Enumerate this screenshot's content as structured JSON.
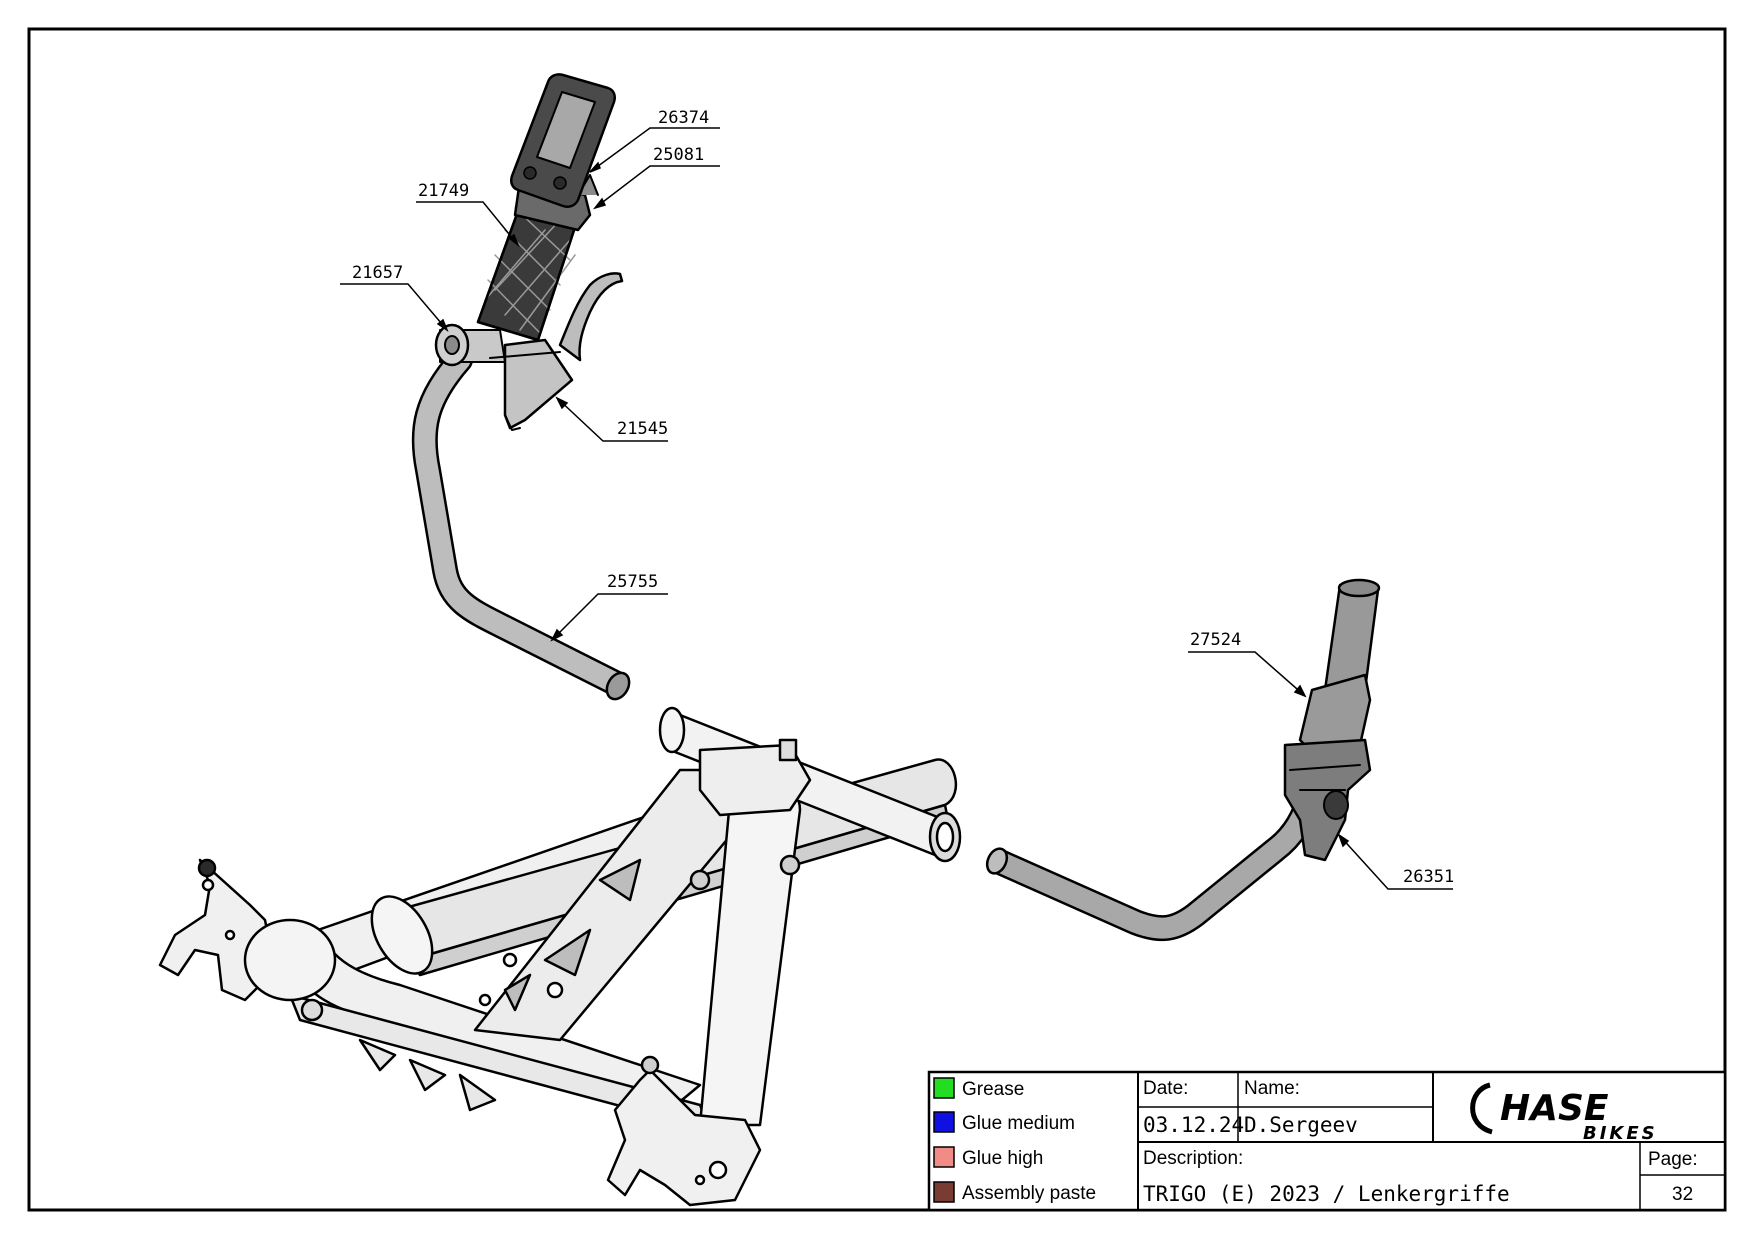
{
  "callouts": {
    "c26374": "26374",
    "c25081": "25081",
    "c21749": "21749",
    "c21657": "21657",
    "c21545": "21545",
    "c25755": "25755",
    "c27524": "27524",
    "c26351": "26351"
  },
  "legend": [
    {
      "label": "Grease",
      "color": "#22dd22"
    },
    {
      "label": "Glue medium",
      "color": "#1010e0"
    },
    {
      "label": "Glue high",
      "color": "#f08b85"
    },
    {
      "label": "Assembly paste",
      "color": "#7a3b32"
    }
  ],
  "title_block": {
    "date_label": "Date:",
    "date_value": "03.12.24",
    "name_label": "Name:",
    "name_value": "D.Sergeev",
    "description_label": "Description:",
    "description_value": "TRIGO (E) 2023 / Lenkergriffe",
    "page_label": "Page:",
    "page_value": "32",
    "logo_main": "HASE",
    "logo_sub": "BIKES"
  }
}
